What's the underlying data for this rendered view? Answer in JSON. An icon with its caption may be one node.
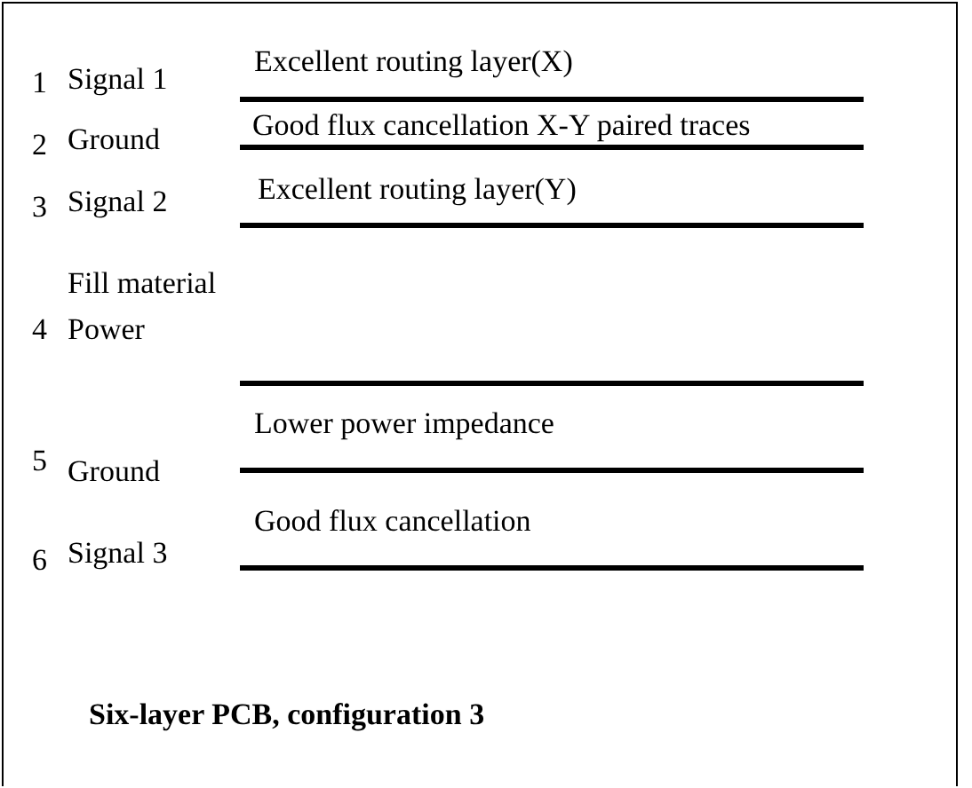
{
  "diagram": {
    "caption": "Six-layer PCB, configuration 3",
    "labels": [
      "1",
      "Signal 1",
      "Excellent routing layer(X)",
      "2",
      "Ground",
      "Good flux cancellation X-Y paired traces",
      "3",
      "Signal 2",
      "Excellent routing layer(Y)",
      "Fill material",
      "4",
      "Power",
      "Lower power impedance",
      "5",
      "Ground",
      "Good flux cancellation",
      "6",
      "Signal 3"
    ]
  }
}
